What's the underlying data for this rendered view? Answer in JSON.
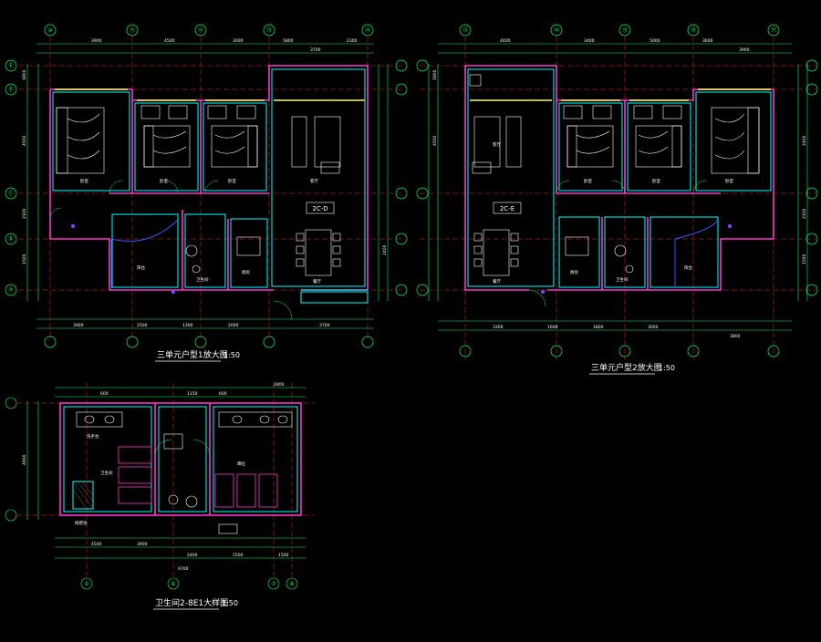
{
  "drawings": {
    "plan_1": {
      "title": "三单元户型1放大图",
      "scale": "1:50",
      "unit_tag": "2C-D"
    },
    "plan_2": {
      "title": "三单元户型2放大图",
      "scale": "1:50",
      "unit_tag": "2C-E"
    },
    "plan_3": {
      "title": "卫生间2-8E1大样图",
      "scale": "1:50"
    }
  },
  "axis_labels": {
    "plan_1_top": [
      "⑩",
      "⑪",
      "⑫",
      "⑬",
      "⑭"
    ],
    "plan_2_top": [
      "⑬",
      "⑭",
      "⑮",
      "⑯",
      "⑰"
    ],
    "rows": [
      "Ⓔ",
      "Ⓓ",
      "Ⓒ",
      "Ⓑ",
      "Ⓐ"
    ],
    "plan_3": [
      "⑤",
      "⑥",
      "⑦",
      "⑧"
    ]
  },
  "dimensions": {
    "plan_1_top": [
      "3900",
      "4500",
      "3000",
      "1800",
      "3700",
      "2300"
    ],
    "plan_1_bottom": [
      "3900",
      "2500",
      "1300",
      "2000",
      "3700"
    ],
    "plan_1_side": [
      "1800",
      "4500",
      "2100",
      "1500",
      "2400"
    ],
    "plan_2_top": [
      "4400",
      "3400",
      "5000",
      "3600",
      "3900"
    ],
    "plan_2_bottom": [
      "3300",
      "1600",
      "1800",
      "3000",
      "3800"
    ],
    "plan_2_side": [
      "1800",
      "4500",
      "2100",
      "1500",
      "2400"
    ],
    "plan_3_top": [
      "600",
      "1150",
      "600",
      "2800"
    ],
    "plan_3_bottom": [
      "4500",
      "3900",
      "2400",
      "5500",
      "1500"
    ],
    "plan_3_total": "9700",
    "plan_3_side": "4900"
  },
  "room_labels": {
    "plan_1": [
      "卧室",
      "卧室",
      "卧室",
      "客厅",
      "餐厅",
      "卫生间",
      "厨房",
      "阳台"
    ],
    "plan_2": [
      "客厅",
      "卧室",
      "卧室",
      "卧室",
      "餐厅",
      "卫生间",
      "厨房",
      "阳台"
    ],
    "plan_3": [
      "卫生间",
      "洗手台",
      "蹲位",
      "拖把池"
    ]
  },
  "colors": {
    "background": "#000000",
    "wall_cyan": "#00ffff",
    "wall_magenta": "#ff33cc",
    "grid_green": "#00ff66",
    "axis_red": "#ff2020",
    "furniture_white": "#ffffff",
    "window_yellow": "#ffff33",
    "fixture_blue": "#3355ff"
  }
}
